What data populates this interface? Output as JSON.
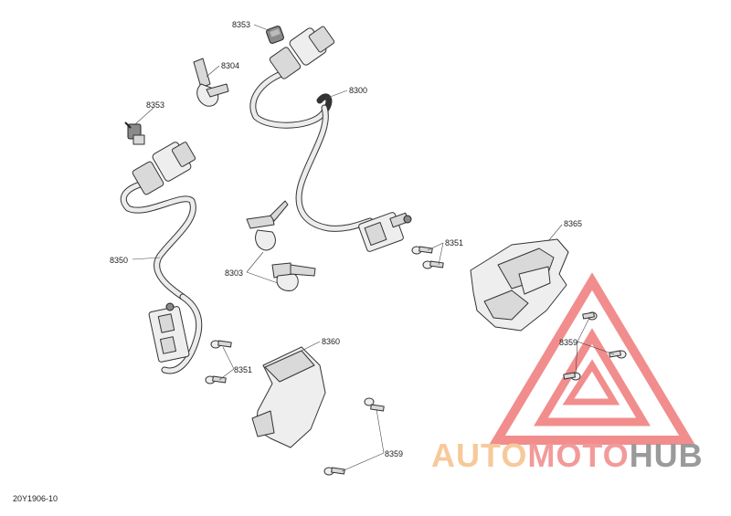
{
  "diagram": {
    "reference_code": "20Y1906-10",
    "callouts": [
      {
        "id": "c-8353-top",
        "label": "8353"
      },
      {
        "id": "c-8304",
        "label": "8304"
      },
      {
        "id": "c-8300",
        "label": "8300"
      },
      {
        "id": "c-8353-left",
        "label": "8353"
      },
      {
        "id": "c-8350",
        "label": "8350"
      },
      {
        "id": "c-8303",
        "label": "8303"
      },
      {
        "id": "c-8351-right",
        "label": "8351"
      },
      {
        "id": "c-8365",
        "label": "8365"
      },
      {
        "id": "c-8359-right",
        "label": "8359"
      },
      {
        "id": "c-8360",
        "label": "8360"
      },
      {
        "id": "c-8351-left",
        "label": "8351"
      },
      {
        "id": "c-8359-bottom",
        "label": "8359"
      }
    ]
  },
  "watermark": {
    "part1": "AUTO",
    "part2": "MOTO",
    "part3": "HUB",
    "color_auto": "#f7c99a",
    "color_moto": "#f29a9a",
    "color_hub": "#9a9a9a",
    "triangle_color": "#f07a7a"
  }
}
